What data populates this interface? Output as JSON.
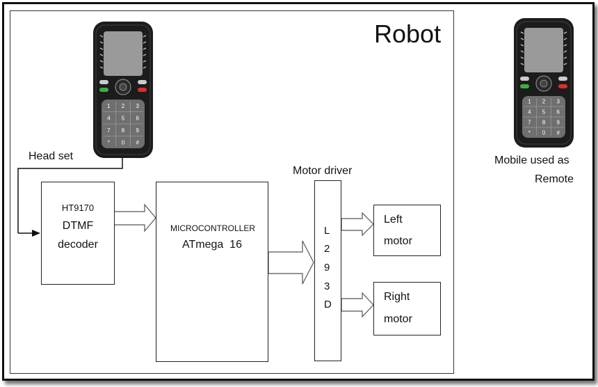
{
  "diagram": {
    "robot_label": "Robot",
    "head_set_label": "Head set",
    "decoder": {
      "line1": "HT9170",
      "line2": "DTMF",
      "line3": "decoder"
    },
    "microcontroller": {
      "line1": "MICROCONTROLLER",
      "line2": "ATmega  16"
    },
    "motor_driver": {
      "title": "Motor driver",
      "chip_letters": [
        "L",
        "2",
        "9",
        "3",
        "D"
      ]
    },
    "left_motor": {
      "line1": "Left",
      "line2": "motor"
    },
    "right_motor": {
      "line1": "Right",
      "line2": "motor"
    },
    "remote": {
      "line1": "Mobile used as",
      "line2": "Remote"
    },
    "phone_keys": [
      "1",
      "2",
      "3",
      "4",
      "5",
      "6",
      "7",
      "8",
      "9",
      "*",
      "0",
      "#"
    ]
  },
  "colors": {
    "phone_body": "#1c1c1c",
    "screen": "#9a9a9a",
    "keypad": "#6f6f6f",
    "call_green": "#3cb043",
    "end_red": "#d9302c"
  }
}
